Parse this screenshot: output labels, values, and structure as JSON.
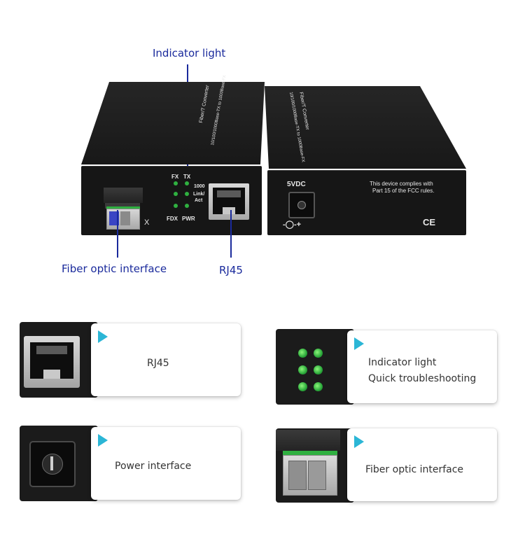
{
  "callouts": {
    "indicator": "Indicator light",
    "fiber": "Fiber optic interface",
    "rj45": "RJ45"
  },
  "device": {
    "led_labels": {
      "fx": "FX",
      "tx": "TX",
      "speed": "1000",
      "link": "Link/",
      "act": "Act",
      "fdx": "FDX",
      "pwr": "PWR"
    },
    "port_mark": "X",
    "top_label_1": "Fiber/T Converter",
    "top_label_2": "10/100/1000Base-TX to 1000Base-FX",
    "power_label": "5VDC",
    "polarity": "-◯-+",
    "fcc_line1": "This device complies with",
    "fcc_line2": "Part 15 of the FCC rules.",
    "ce_mark": "CE"
  },
  "cards": {
    "rj45": {
      "text": "RJ45"
    },
    "indicator": {
      "line1": "Indicator light",
      "line2": "Quick troubleshooting"
    },
    "power": {
      "text": "Power interface"
    },
    "fiber": {
      "text": "Fiber optic interface"
    }
  },
  "colors": {
    "accent": "#2bb6d6",
    "callout": "#1a2a9c",
    "led": "#2fb040",
    "device": "#1b1b1b"
  }
}
